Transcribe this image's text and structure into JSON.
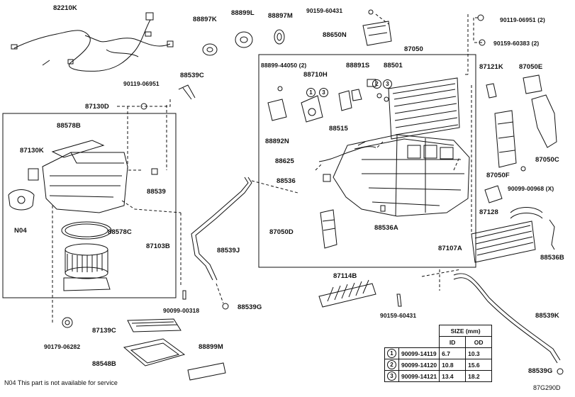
{
  "labels": {
    "p82210K": "82210K",
    "p88897K": "88897K",
    "p88899L": "88899L",
    "p88897M": "88897M",
    "p90159_60431_top": "90159-60431",
    "p88650N": "88650N",
    "p90119_06951_2": "90119-06951 (2)",
    "p90159_60383_2": "90159-60383 (2)",
    "p87050": "87050",
    "p88539C": "88539C",
    "p90119_06951": "90119-06951",
    "p87130D": "87130D",
    "p88578B": "88578B",
    "p87130K": "87130K",
    "p88539": "88539",
    "pN04": "N04",
    "p88578C": "88578C",
    "p87103B": "87103B",
    "p90099_00318": "90099-00318",
    "p90179_06282": "90179-06282",
    "p87139C": "87139C",
    "p88548B": "88548B",
    "p88899M": "88899M",
    "p88539J": "88539J",
    "p88539G": "88539G",
    "p88899_44050": "88899-44050 (2)",
    "p88710H": "88710H",
    "p88891S": "88891S",
    "p88501": "88501",
    "p88892N": "88892N",
    "p88515": "88515",
    "p88625": "88625",
    "p88536": "88536",
    "p87050D": "87050D",
    "p88536A": "88536A",
    "p87121K": "87121K",
    "p87050E": "87050E",
    "p87050F": "87050F",
    "p87050C": "87050C",
    "p90099_00968": "90099-00968 (X)",
    "p87128": "87128",
    "p87107A": "87107A",
    "p88536B": "88536B",
    "p87114B": "87114B",
    "p90159_60431_b": "90159-60431",
    "p88539K": "88539K",
    "p88539G2": "88539G",
    "c1": "1",
    "c3": "3",
    "c2": "2",
    "c3b": "3"
  },
  "note": "N04 This part is not available for service",
  "diagram_code": "87G290D",
  "size_table": {
    "header": "SIZE (mm)",
    "col_id": "ID",
    "col_od": "OD",
    "rows": [
      {
        "n": "1",
        "part": "90099-14119",
        "id": "6.7",
        "od": "10.3"
      },
      {
        "n": "2",
        "part": "90099-14120",
        "id": "10.8",
        "od": "15.6"
      },
      {
        "n": "3",
        "part": "90099-14121",
        "id": "13.4",
        "od": "18.2"
      }
    ]
  }
}
